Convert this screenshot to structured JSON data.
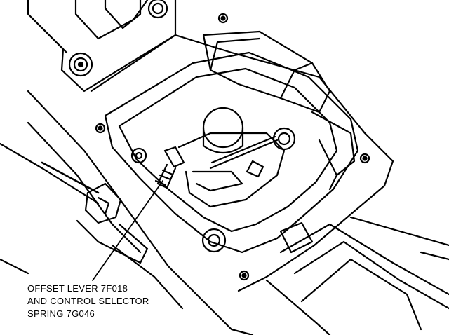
{
  "callout": {
    "lines": [
      "OFFSET LEVER 7F018",
      "AND CONTROL SELECTOR",
      "SPRING 7G046"
    ]
  },
  "colors": {
    "ink": "#000000",
    "paper": "#ffffff"
  }
}
